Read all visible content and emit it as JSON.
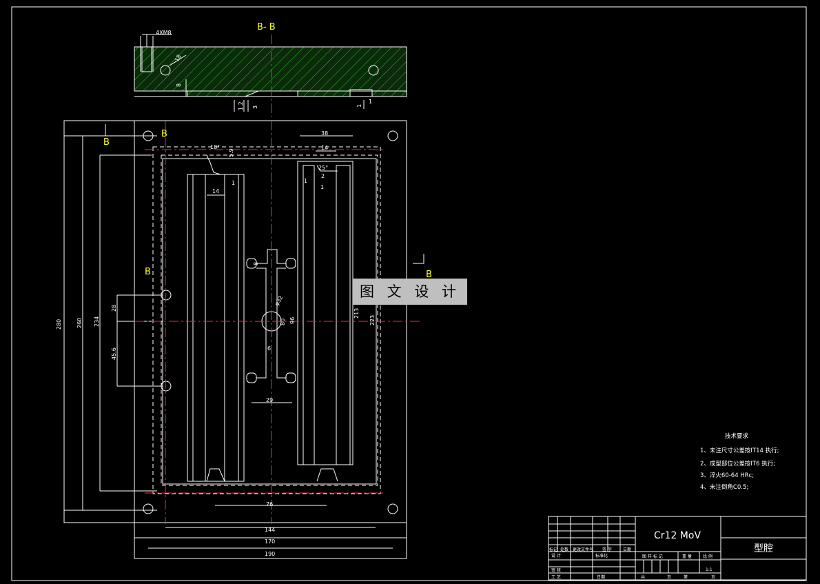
{
  "section": {
    "label": "B- B",
    "bolt_spec": "4XM8",
    "dims": [
      "18",
      "8",
      "1.2",
      "3",
      "1",
      "1"
    ]
  },
  "plan": {
    "view_marks": [
      "B",
      "B",
      "B",
      "B"
    ],
    "dims_vertical": [
      "280",
      "260",
      "234",
      "28",
      "45.6",
      "213",
      "223",
      "96",
      "80",
      "6",
      "8"
    ],
    "dims_horizontal": [
      "144",
      "170",
      "190",
      "76",
      "29",
      "38",
      "14",
      "14",
      "1",
      "1",
      "1",
      "2"
    ],
    "angles": [
      "18°",
      "25°"
    ],
    "small_dims": [
      "5.9",
      "2",
      "φ32"
    ]
  },
  "watermark": {
    "text": "图 文 设 计"
  },
  "tech_requirements": {
    "title": "技术要求",
    "items": [
      "1、未注尺寸公差按IT14 执行;",
      "2、成型部位公差按IT6 执行;",
      "3、淬火60-64 HRc;",
      "4、未注倒角C0.5;"
    ]
  },
  "title_block": {
    "material": "Cr12 MoV",
    "part_name": "型腔",
    "rev_headers": [
      "标记",
      "处数",
      "更改文件号",
      "签 字",
      "日期"
    ],
    "roles": [
      "设 计",
      "标准化",
      "审 核",
      "工 艺",
      "日期"
    ],
    "stage_headers": [
      "图 样 标 记",
      "重 量",
      "比 例"
    ],
    "scale": "1:1",
    "sheet_labels": [
      "共",
      "页",
      "第",
      "页"
    ]
  }
}
